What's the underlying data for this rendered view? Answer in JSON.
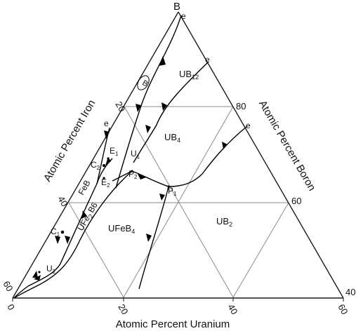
{
  "diagram": {
    "vertices": {
      "top": "B"
    },
    "axes": {
      "iron": "Atomic Percent Iron",
      "boron": "Atomic Percent Boron",
      "uranium": "Atomic Percent Uranium"
    },
    "ticks": {
      "bottom": [
        "0",
        "20",
        "40",
        "60"
      ],
      "left": [
        "20",
        "40",
        "60"
      ],
      "right": [
        "80",
        "60",
        "40"
      ]
    },
    "phases": {
      "ub12": "UB",
      "ub12_sub": "12",
      "ub4": "UB",
      "ub4_sub": "4",
      "ub2": "UB",
      "ub2_sub": "2",
      "ufeb4": "UFeB",
      "ufeb4_sub": "4",
      "feb": "FeB",
      "ufe2b6": "UFe",
      "ufe2b6_sub": "2",
      "ufe2b6_tail": "B6",
      "b_circle": "B"
    },
    "points": {
      "e_top": "e",
      "e_upper": "e",
      "e_right": "e",
      "e_left": "e",
      "E1": "E",
      "E1_sub": "1",
      "E2": "E",
      "E2_sub": "2",
      "C1": "C",
      "C1_sub": "1",
      "C2": "C",
      "C2_sub": "2",
      "U1": "U",
      "U1_sub": "1",
      "U2": "U",
      "U2_sub": "2",
      "P1": "P",
      "P1_sub": "1",
      "P2": "P",
      "P2_sub": "2"
    }
  }
}
